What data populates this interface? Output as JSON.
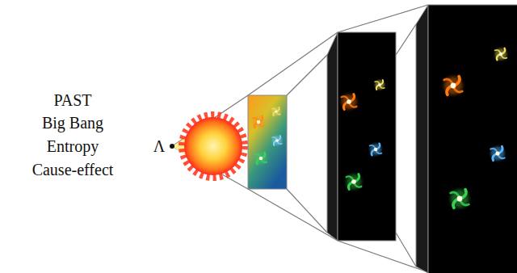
{
  "diagram": {
    "labels": [
      "PAST",
      "Big Bang",
      "Entropy",
      "Cause-effect",
      "Λ"
    ]
  }
}
